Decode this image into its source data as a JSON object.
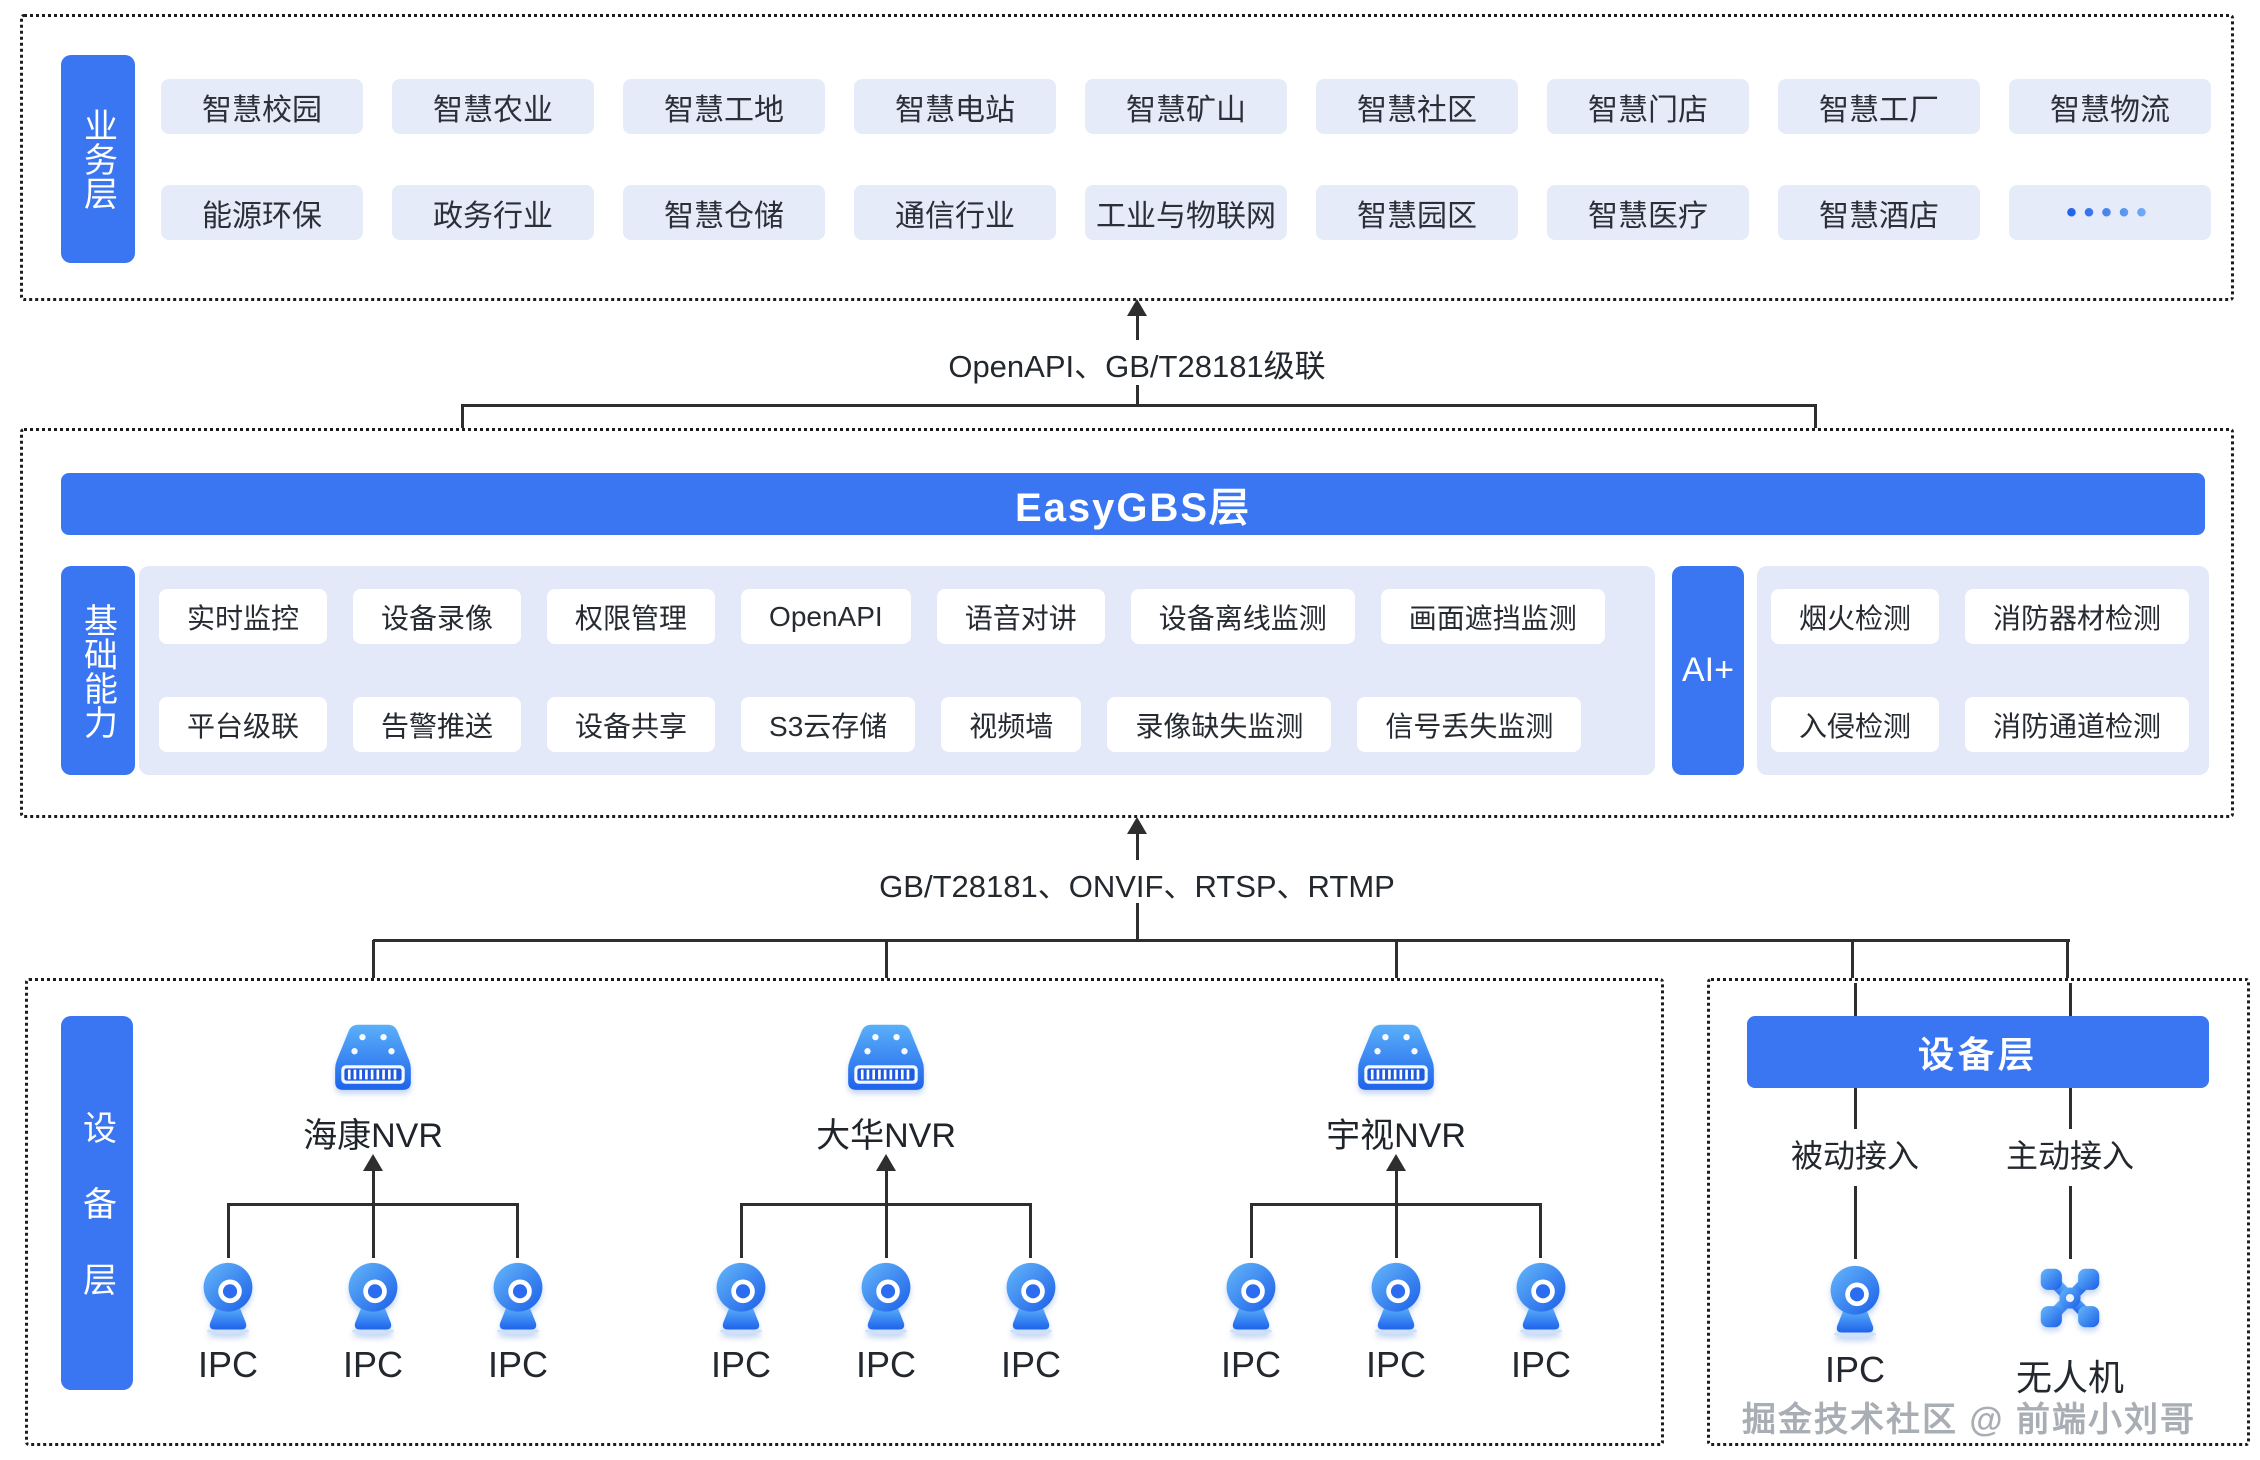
{
  "colors": {
    "primary_blue": "#3a76f2",
    "panel_blue": "#e3e9f9",
    "chip_blue": "#e6ebf9",
    "chip_white": "#ffffff",
    "line_dark": "#2e2e2e",
    "icon_blue_light": "#5bb0f9",
    "icon_blue_dark": "#1e63ec",
    "watermark_gray": "#a9adb4"
  },
  "business_layer": {
    "label": "业务层",
    "row1": [
      "智慧校园",
      "智慧农业",
      "智慧工地",
      "智慧电站",
      "智慧矿山",
      "智慧社区",
      "智慧门店",
      "智慧工厂",
      "智慧物流"
    ],
    "row2": [
      "能源环保",
      "政务行业",
      "智慧仓储",
      "通信行业",
      "工业与物联网",
      "智慧园区",
      "智慧医疗",
      "智慧酒店"
    ],
    "more_dots": "•••••"
  },
  "connector_top": {
    "label": "OpenAPI、GB/T28181级联"
  },
  "easygbs_layer": {
    "banner": "EasyGBS层",
    "capability_label": "基础能力",
    "capabilities_row1": [
      "实时监控",
      "设备录像",
      "权限管理",
      "OpenAPI",
      "语音对讲",
      "设备离线监测",
      "画面遮挡监测"
    ],
    "capabilities_row2": [
      "平台级联",
      "告警推送",
      "设备共享",
      "S3云存储",
      "视频墙",
      "录像缺失监测",
      "信号丢失监测"
    ],
    "ai_label": "AI+",
    "ai_capabilities_row1": [
      "烟火检测",
      "消防器材检测"
    ],
    "ai_capabilities_row2": [
      "入侵检测",
      "消防通道检测"
    ]
  },
  "connector_bottom": {
    "label": "GB/T28181、ONVIF、RTSP、RTMP"
  },
  "device_layer": {
    "label": "设备层",
    "nvr_groups": [
      {
        "name": "海康NVR",
        "cameras": [
          "IPC",
          "IPC",
          "IPC"
        ]
      },
      {
        "name": "大华NVR",
        "cameras": [
          "IPC",
          "IPC",
          "IPC"
        ]
      },
      {
        "name": "宇视NVR",
        "cameras": [
          "IPC",
          "IPC",
          "IPC"
        ]
      }
    ]
  },
  "access_panel": {
    "banner": "设备层",
    "modes": [
      {
        "label": "被动接入",
        "device": "IPC"
      },
      {
        "label": "主动接入",
        "device": "无人机"
      }
    ]
  },
  "watermark": "掘金技术社区 @ 前端小刘哥"
}
